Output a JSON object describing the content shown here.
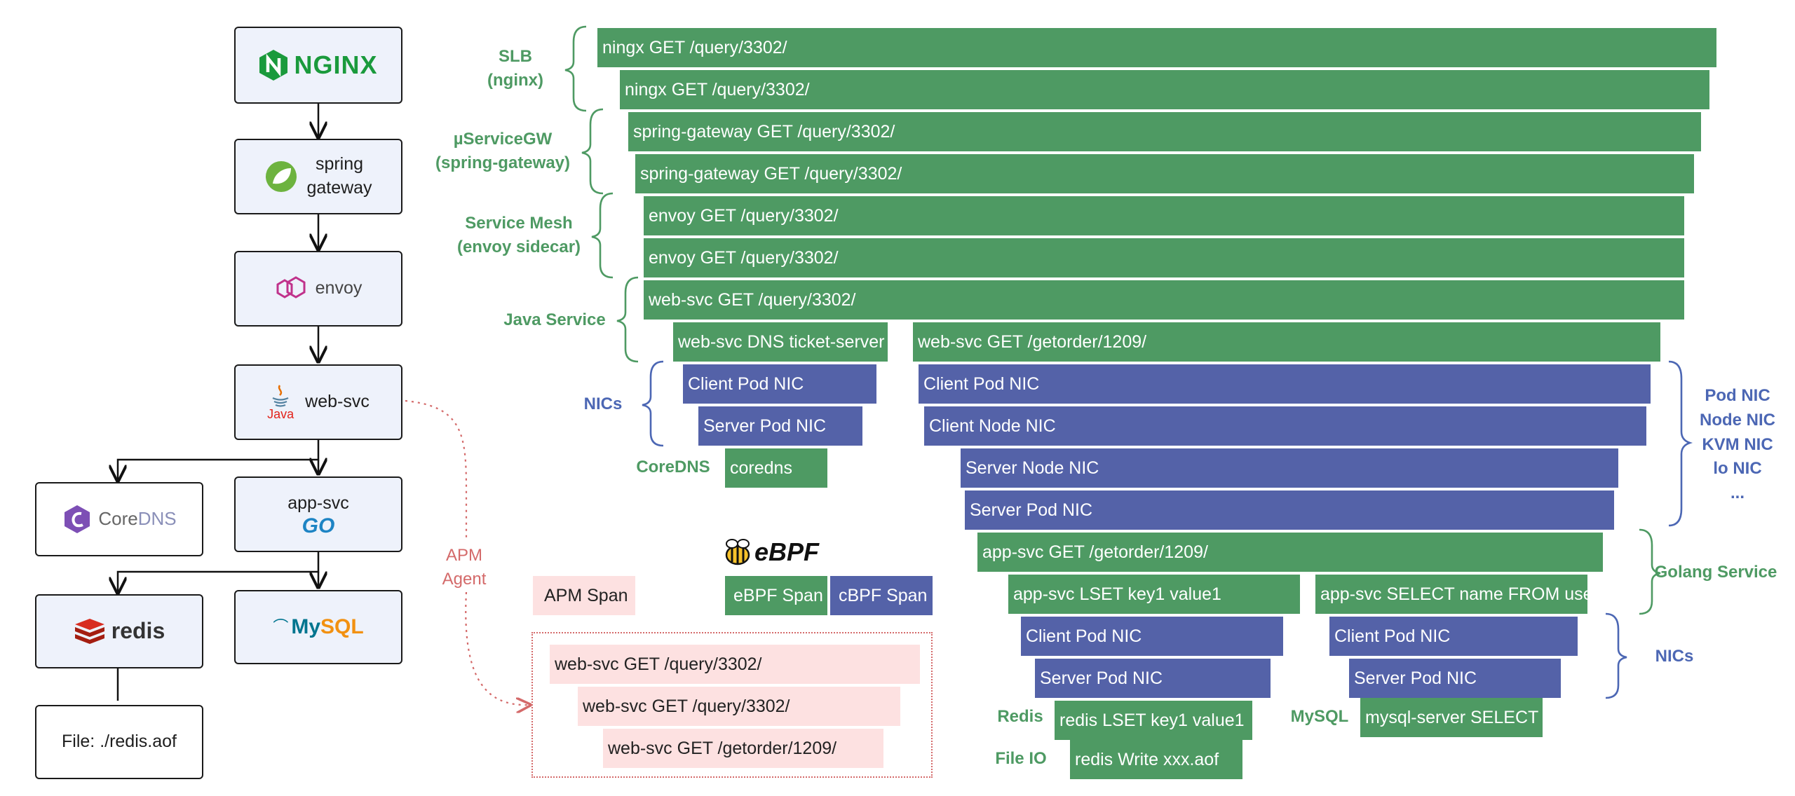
{
  "architecture": {
    "nginx": "NGINX",
    "spring": "spring\ngateway",
    "envoy": "envoy",
    "websvc": "web-svc",
    "coredns_a": "Core",
    "coredns_b": "DNS",
    "appsvc": "app-svc",
    "go": "GO",
    "java": "Java",
    "redis": "redis",
    "mysql_a": "My",
    "mysql_b": "SQL",
    "file": "File: ./redis.aof"
  },
  "apm": {
    "agent_label": "APM\nAgent",
    "legend_apm": "APM Span",
    "spans": [
      "web-svc GET /query/3302/",
      "web-svc GET /query/3302/",
      "web-svc GET /getorder/1209/"
    ]
  },
  "ebpf": {
    "logo": "eBPF",
    "legend_ebpf": "eBPF Span",
    "legend_cbpf": "cBPF Span"
  },
  "group_labels": {
    "slb": "SLB\n(nginx)",
    "gw": "µServiceGW\n(spring-gateway)",
    "mesh": "Service Mesh\n(envoy sidecar)",
    "java": "Java Service",
    "nics1": "NICs",
    "coredns": "CoreDNS",
    "right_nics": "Pod NIC\nNode NIC\nKVM NIC\nlo NIC\n...",
    "golang": "Golang Service",
    "nics2": "NICs",
    "redis": "Redis",
    "mysql": "MySQL",
    "fileio": "File IO"
  },
  "spans": {
    "s1": "ningx GET /query/3302/",
    "s2": "ningx GET /query/3302/",
    "s3": "spring-gateway GET /query/3302/",
    "s4": "spring-gateway GET /query/3302/",
    "s5": "envoy GET /query/3302/",
    "s6": "envoy GET /query/3302/",
    "s7": "web-svc GET /query/3302/",
    "s8a": "web-svc DNS ticket-server",
    "s8b": "web-svc GET /getorder/1209/",
    "n1a": "Client Pod NIC",
    "n1b": "Client Pod NIC",
    "n2a": "Server Pod NIC",
    "n2b": "Client Node NIC",
    "coredns": "coredns",
    "n3": "Server Node NIC",
    "n4": "Server Pod NIC",
    "app1": "app-svc GET /getorder/1209/",
    "app2a": "app-svc LSET key1 value1",
    "app2b": "app-svc SELECT name FROM user",
    "n5a": "Client Pod NIC",
    "n5b": "Client Pod NIC",
    "n6a": "Server Pod NIC",
    "n6b": "Server Pod NIC",
    "redis1": "redis LSET key1 value1",
    "mysql1": "mysql-server SELECT",
    "redis2": "redis Write xxx.aof"
  },
  "colors": {
    "green": "#4e9a63",
    "blue": "#5462a8",
    "pink": "#fde1e1",
    "apm_red": "#d46a6a"
  }
}
